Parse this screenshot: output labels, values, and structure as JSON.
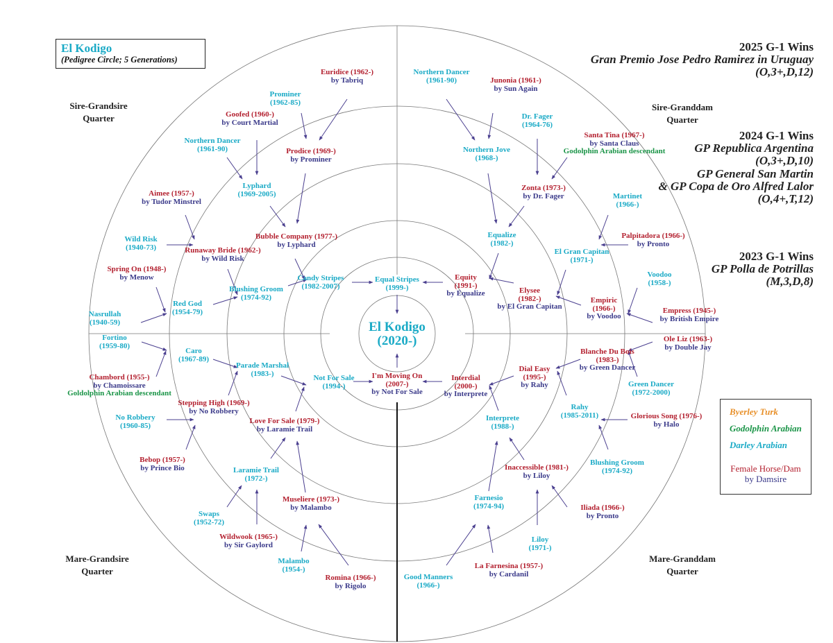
{
  "title": {
    "name": "El Kodigo",
    "subtitle": "(Pedigree Circle; 5 Generations)"
  },
  "subject": {
    "name": "El Kodigo",
    "years": "(2020-)"
  },
  "quarters": {
    "sire_grandsire": [
      "Sire-Grandsire",
      "Quarter"
    ],
    "sire_granddam": [
      "Sire-Granddam",
      "Quarter"
    ],
    "mare_grandsire": [
      "Mare-Grandsire",
      "Quarter"
    ],
    "mare_granddam": [
      "Mare-Granddam",
      "Quarter"
    ]
  },
  "wins": [
    {
      "heading": "2025 G-1 Wins",
      "lines": [
        "Gran Premio Jose Pedro Ramirez in Uruguay",
        "(O,3+,D,12)"
      ]
    },
    {
      "heading": "2024 G-1 Wins",
      "lines": [
        "GP Republica Argentina",
        "(O,3+,D,10)",
        "GP General San Martin",
        "& GP Copa de Oro Alfred Lalor",
        "(O,4+,T,12)"
      ]
    },
    {
      "heading": "2023 G-1 Wins",
      "lines": [
        "GP Polla de Potrillas",
        "(M,3,D,8)"
      ]
    }
  ],
  "legend": {
    "byerley": "Byerley Turk",
    "godolphin": "Godolphin Arabian",
    "darley": "Darley Arabian",
    "female": "Female Horse/Dam",
    "damsire": "by Damsire"
  },
  "colors": {
    "darley": "#1aaac6",
    "dam": "#b3202f",
    "damsire": "#3b3a8a",
    "godolphin": "#1a9447",
    "byerley": "#e8902a"
  },
  "nodes": [
    {
      "lines": [
        {
          "t": "Equal Stripes",
          "c": "sire"
        },
        {
          "t": "(1999-)",
          "c": "sire"
        }
      ]
    },
    {
      "lines": [
        {
          "t": "I'm Moving On",
          "c": "dam"
        },
        {
          "t": "(2007-)",
          "c": "dam"
        },
        {
          "t": "by Not For Sale",
          "c": "damsire"
        }
      ]
    },
    {
      "lines": [
        {
          "t": "Candy Stripes",
          "c": "sire"
        },
        {
          "t": "(1982-2007)",
          "c": "sire"
        }
      ]
    },
    {
      "lines": [
        {
          "t": "Equity",
          "c": "dam"
        },
        {
          "t": "(1991-)",
          "c": "dam"
        },
        {
          "t": "by Equalize",
          "c": "damsire"
        }
      ]
    },
    {
      "lines": [
        {
          "t": "Not For Sale",
          "c": "sire"
        },
        {
          "t": "(1994-)",
          "c": "sire"
        }
      ]
    },
    {
      "lines": [
        {
          "t": "Interdial",
          "c": "dam"
        },
        {
          "t": "(2000-)",
          "c": "dam"
        },
        {
          "t": "by Interprete",
          "c": "damsire"
        }
      ]
    },
    {
      "lines": [
        {
          "t": "Bubble Company (1977-)",
          "c": "dam"
        },
        {
          "t": "by Lyphard",
          "c": "damsire"
        }
      ]
    },
    {
      "lines": [
        {
          "t": "Blushing Groom",
          "c": "sire"
        },
        {
          "t": "(1974-92)",
          "c": "sire"
        }
      ]
    },
    {
      "lines": [
        {
          "t": "Equalize",
          "c": "sire"
        },
        {
          "t": "(1982-)",
          "c": "sire"
        }
      ]
    },
    {
      "lines": [
        {
          "t": "Elysee",
          "c": "dam"
        },
        {
          "t": "(1982-)",
          "c": "dam"
        },
        {
          "t": "by El Gran Capitan",
          "c": "damsire"
        }
      ]
    },
    {
      "lines": [
        {
          "t": "Parade Marshal",
          "c": "sire"
        },
        {
          "t": "(1983-)",
          "c": "sire"
        }
      ]
    },
    {
      "lines": [
        {
          "t": "Love For Sale (1979-)",
          "c": "dam"
        },
        {
          "t": "by Laramie Trail",
          "c": "damsire"
        }
      ]
    },
    {
      "lines": [
        {
          "t": "Dial Easy",
          "c": "dam"
        },
        {
          "t": "(1995-)",
          "c": "dam"
        },
        {
          "t": "by Rahy",
          "c": "damsire"
        }
      ]
    },
    {
      "lines": [
        {
          "t": "Interprete",
          "c": "sire"
        },
        {
          "t": "(1988-)",
          "c": "sire"
        }
      ]
    },
    {
      "lines": [
        {
          "t": "Prodice (1969-)",
          "c": "dam"
        },
        {
          "t": "by Prominer",
          "c": "damsire"
        }
      ]
    },
    {
      "lines": [
        {
          "t": "Lyphard",
          "c": "sire"
        },
        {
          "t": "(1969-2005)",
          "c": "sire"
        }
      ]
    },
    {
      "lines": [
        {
          "t": "Runaway Bride (1962-)",
          "c": "dam"
        },
        {
          "t": "by Wild Risk",
          "c": "damsire"
        }
      ]
    },
    {
      "lines": [
        {
          "t": "Red God",
          "c": "sire"
        },
        {
          "t": "(1954-79)",
          "c": "sire"
        }
      ]
    },
    {
      "lines": [
        {
          "t": "Northern Jove",
          "c": "sire"
        },
        {
          "t": "(1968-)",
          "c": "sire"
        }
      ]
    },
    {
      "lines": [
        {
          "t": "Zonta (1973-)",
          "c": "dam"
        },
        {
          "t": "by Dr. Fager",
          "c": "damsire"
        }
      ]
    },
    {
      "lines": [
        {
          "t": "El Gran Capitan",
          "c": "sire"
        },
        {
          "t": "(1971-)",
          "c": "sire"
        }
      ]
    },
    {
      "lines": [
        {
          "t": "Empiric",
          "c": "dam"
        },
        {
          "t": "(1966-)",
          "c": "dam"
        },
        {
          "t": "by Voodoo",
          "c": "damsire"
        }
      ]
    },
    {
      "lines": [
        {
          "t": "Caro",
          "c": "sire"
        },
        {
          "t": "(1967-89)",
          "c": "sire"
        }
      ]
    },
    {
      "lines": [
        {
          "t": "Stepping High (1969-)",
          "c": "dam"
        },
        {
          "t": "by No Robbery",
          "c": "damsire"
        }
      ]
    },
    {
      "lines": [
        {
          "t": "Laramie Trail",
          "c": "sire"
        },
        {
          "t": "(1972-)",
          "c": "sire"
        }
      ]
    },
    {
      "lines": [
        {
          "t": "Museliere (1973-)",
          "c": "dam"
        },
        {
          "t": "by Malambo",
          "c": "damsire"
        }
      ]
    },
    {
      "lines": [
        {
          "t": "Blanche Du Bois",
          "c": "dam"
        },
        {
          "t": "(1983-)",
          "c": "dam"
        },
        {
          "t": "by Green Dancer",
          "c": "damsire"
        }
      ]
    },
    {
      "lines": [
        {
          "t": "Rahy",
          "c": "sire"
        },
        {
          "t": "(1985-2011)",
          "c": "sire"
        }
      ]
    },
    {
      "lines": [
        {
          "t": "Inaccessible (1981-)",
          "c": "dam"
        },
        {
          "t": "by Liloy",
          "c": "damsire"
        }
      ]
    },
    {
      "lines": [
        {
          "t": "Farnesio",
          "c": "sire"
        },
        {
          "t": "(1974-94)",
          "c": "sire"
        }
      ]
    },
    {
      "lines": [
        {
          "t": "Euridice (1962-)",
          "c": "dam"
        },
        {
          "t": "by Tabriq",
          "c": "damsire"
        }
      ]
    },
    {
      "lines": [
        {
          "t": "Prominer",
          "c": "sire"
        },
        {
          "t": "(1962-85)",
          "c": "sire"
        }
      ]
    },
    {
      "lines": [
        {
          "t": "Goofed (1960-)",
          "c": "dam"
        },
        {
          "t": "by Court Martial",
          "c": "damsire"
        }
      ]
    },
    {
      "lines": [
        {
          "t": "Northern Dancer",
          "c": "sire"
        },
        {
          "t": "(1961-90)",
          "c": "sire"
        }
      ]
    },
    {
      "lines": [
        {
          "t": "Aimee (1957-)",
          "c": "dam"
        },
        {
          "t": "by Tudor Minstrel",
          "c": "damsire"
        }
      ]
    },
    {
      "lines": [
        {
          "t": "Wild Risk",
          "c": "sire"
        },
        {
          "t": "(1940-73)",
          "c": "sire"
        }
      ]
    },
    {
      "lines": [
        {
          "t": "Spring On (1948-)",
          "c": "dam"
        },
        {
          "t": "by Menow",
          "c": "damsire"
        }
      ]
    },
    {
      "lines": [
        {
          "t": "Nasrullah",
          "c": "sire"
        },
        {
          "t": "(1940-59)",
          "c": "sire"
        }
      ]
    },
    {
      "lines": [
        {
          "t": "Fortino",
          "c": "sire"
        },
        {
          "t": "(1959-80)",
          "c": "sire"
        }
      ]
    },
    {
      "lines": [
        {
          "t": "Chambord (1955-)",
          "c": "dam"
        },
        {
          "t": "by Chamoissare",
          "c": "damsire"
        },
        {
          "t": "Goldolphin Arabian descendant",
          "c": "god"
        }
      ]
    },
    {
      "lines": [
        {
          "t": "No Robbery",
          "c": "sire"
        },
        {
          "t": "(1960-85)",
          "c": "sire"
        }
      ]
    },
    {
      "lines": [
        {
          "t": "Bebop (1957-)",
          "c": "dam"
        },
        {
          "t": "by Prince Bio",
          "c": "damsire"
        }
      ]
    },
    {
      "lines": [
        {
          "t": "Swaps",
          "c": "sire"
        },
        {
          "t": "(1952-72)",
          "c": "sire"
        }
      ]
    },
    {
      "lines": [
        {
          "t": "Wildwook (1965-)",
          "c": "dam"
        },
        {
          "t": "by Sir Gaylord",
          "c": "damsire"
        }
      ]
    },
    {
      "lines": [
        {
          "t": "Malambo",
          "c": "sire"
        },
        {
          "t": "(1954-)",
          "c": "sire"
        }
      ]
    },
    {
      "lines": [
        {
          "t": "Romina (1966-)",
          "c": "dam"
        },
        {
          "t": "by Rigolo",
          "c": "damsire"
        }
      ]
    },
    {
      "lines": [
        {
          "t": "Northern Dancer",
          "c": "sire"
        },
        {
          "t": "(1961-90)",
          "c": "sire"
        }
      ]
    },
    {
      "lines": [
        {
          "t": "Junonia (1961-)",
          "c": "dam"
        },
        {
          "t": "by Sun Again",
          "c": "damsire"
        }
      ]
    },
    {
      "lines": [
        {
          "t": "Dr. Fager",
          "c": "sire"
        },
        {
          "t": "(1964-76)",
          "c": "sire"
        }
      ]
    },
    {
      "lines": [
        {
          "t": "Santa Tina (1967-)",
          "c": "dam"
        },
        {
          "t": "by Santa Claus",
          "c": "damsire"
        },
        {
          "t": "Godolphin Arabian descendant",
          "c": "god"
        }
      ]
    },
    {
      "lines": [
        {
          "t": "Martinet",
          "c": "sire"
        },
        {
          "t": "(1966-)",
          "c": "sire"
        }
      ]
    },
    {
      "lines": [
        {
          "t": "Palpitadora (1966-)",
          "c": "dam"
        },
        {
          "t": "by Pronto",
          "c": "damsire"
        }
      ]
    },
    {
      "lines": [
        {
          "t": "Voodoo",
          "c": "sire"
        },
        {
          "t": "(1958-)",
          "c": "sire"
        }
      ]
    },
    {
      "lines": [
        {
          "t": "Empress (1945-)",
          "c": "dam"
        },
        {
          "t": "by British Empire",
          "c": "damsire"
        }
      ]
    },
    {
      "lines": [
        {
          "t": "Ole Liz (1963-)",
          "c": "dam"
        },
        {
          "t": "by Double Jay",
          "c": "damsire"
        }
      ]
    },
    {
      "lines": [
        {
          "t": "Green Dancer",
          "c": "sire"
        },
        {
          "t": "(1972-2000)",
          "c": "sire"
        }
      ]
    },
    {
      "lines": [
        {
          "t": "Glorious Song (1976-)",
          "c": "dam"
        },
        {
          "t": "by Halo",
          "c": "damsire"
        }
      ]
    },
    {
      "lines": [
        {
          "t": "Blushing Groom",
          "c": "sire"
        },
        {
          "t": "(1974-92)",
          "c": "sire"
        }
      ]
    },
    {
      "lines": [
        {
          "t": "Iliada (1966-)",
          "c": "dam"
        },
        {
          "t": "by Pronto",
          "c": "damsire"
        }
      ]
    },
    {
      "lines": [
        {
          "t": "Liloy",
          "c": "sire"
        },
        {
          "t": "(1971-)",
          "c": "sire"
        }
      ]
    },
    {
      "lines": [
        {
          "t": "La Farnesina (1957-)",
          "c": "dam"
        },
        {
          "t": "by Cardanil",
          "c": "damsire"
        }
      ]
    },
    {
      "lines": [
        {
          "t": "Good Manners",
          "c": "sire"
        },
        {
          "t": "(1966-)",
          "c": "sire"
        }
      ]
    }
  ]
}
